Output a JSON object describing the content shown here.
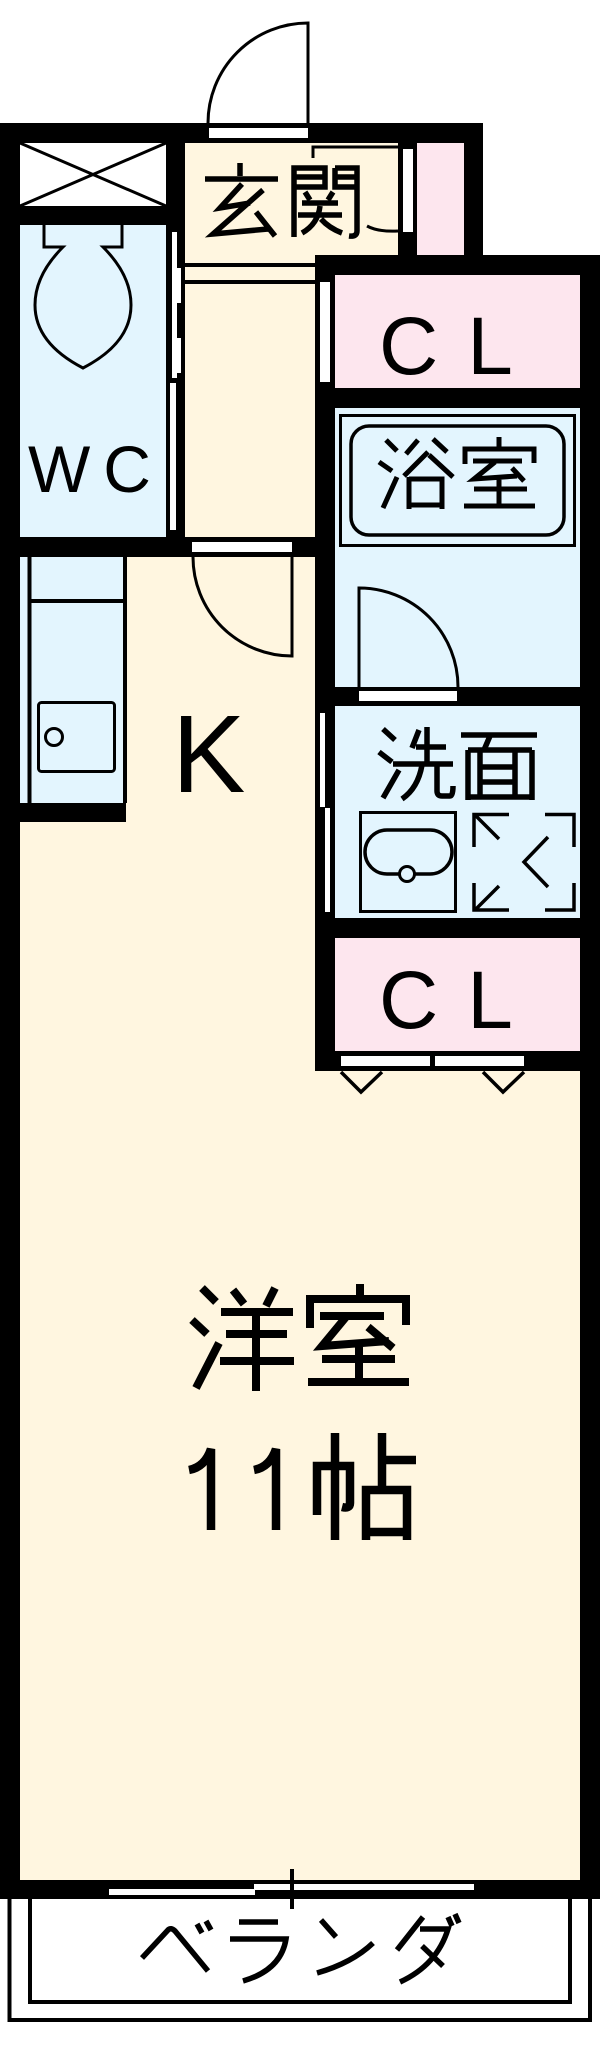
{
  "floorplan": {
    "rooms": {
      "entrance": {
        "label": "玄関"
      },
      "toilet": {
        "label": "WC"
      },
      "closet_upper": {
        "label": "CL"
      },
      "bathroom": {
        "label": "浴室"
      },
      "kitchen": {
        "label": "K"
      },
      "washroom": {
        "label": "洗面"
      },
      "closet_lower": {
        "label": "CL"
      },
      "western_room": {
        "label": "洋室",
        "size": "11帖"
      },
      "balcony": {
        "label": "ベランダ"
      }
    },
    "colors": {
      "wall": "#000000",
      "floor": "#FFF6E0",
      "wet_area": "#E3F5FE",
      "closet": "#FDE6EE",
      "storage": "#FFFFFF"
    }
  }
}
